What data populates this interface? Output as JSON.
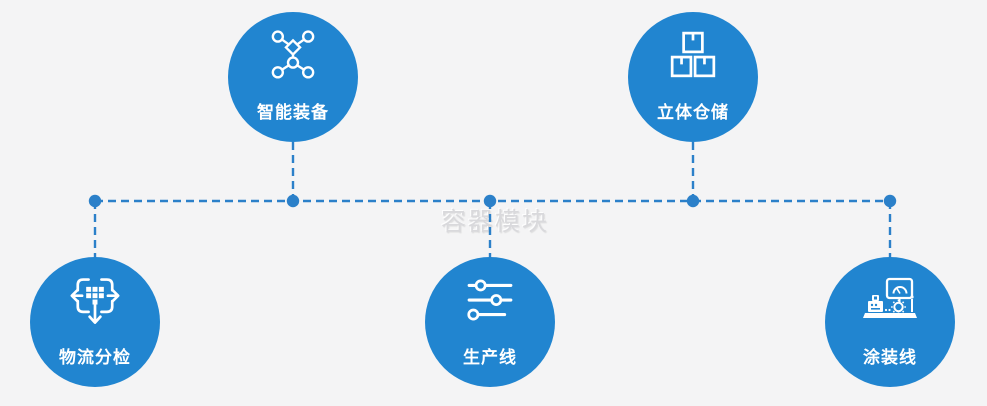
{
  "watermark": "容器模块",
  "colors": {
    "background": "#f4f4f5",
    "circle": "#2185d0",
    "connector": "#2b80c9",
    "label_text": "#ffffff",
    "watermark_text": "#d9d9dc"
  },
  "nodes": [
    {
      "label": "智能装备",
      "icon": "network-nodes-icon",
      "row": "top"
    },
    {
      "label": "立体仓储",
      "icon": "stacked-boxes-icon",
      "row": "top"
    },
    {
      "label": "物流分检",
      "icon": "sorting-arrows-icon",
      "row": "bottom"
    },
    {
      "label": "生产线",
      "icon": "sliders-icon",
      "row": "bottom"
    },
    {
      "label": "涂装线",
      "icon": "machine-monitor-icon",
      "row": "bottom"
    }
  ]
}
